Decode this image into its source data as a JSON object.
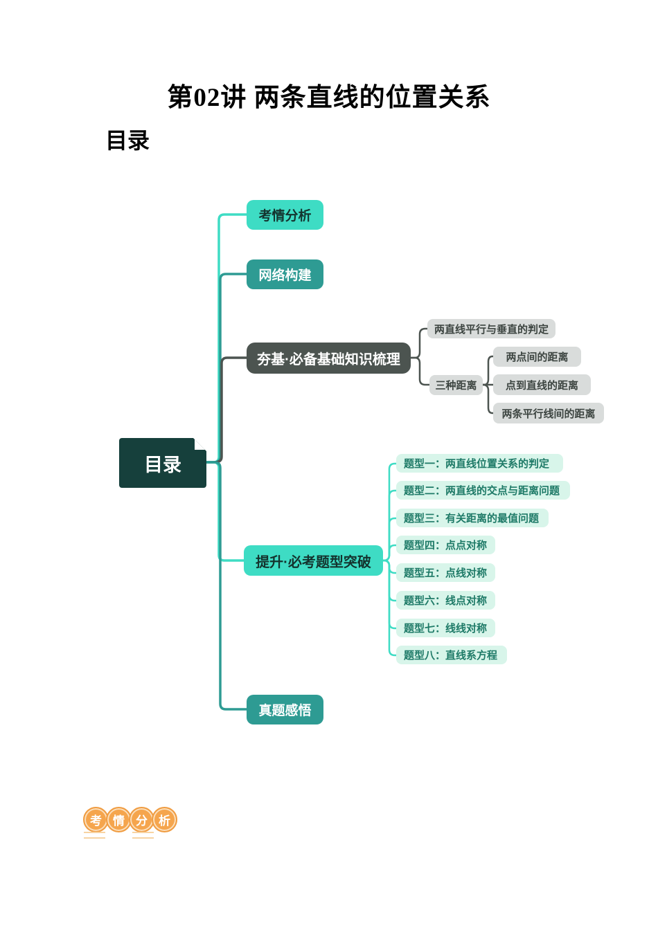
{
  "document": {
    "title": "第02讲 两条直线的位置关系",
    "toc_heading": "目录"
  },
  "mindmap": {
    "root": {
      "label": "目录"
    },
    "branches": [
      {
        "label": "考情分析"
      },
      {
        "label": "网络构建"
      },
      {
        "label": "夯基·必备基础知识梳理",
        "children": [
          {
            "label": "两直线平行与垂直的判定"
          },
          {
            "label": "三种距离",
            "children": [
              {
                "label": "两点间的距离"
              },
              {
                "label": "点到直线的距离"
              },
              {
                "label": "两条平行线间的距离"
              }
            ]
          }
        ]
      },
      {
        "label": "提升·必考题型突破",
        "children": [
          {
            "label": "题型一：两直线位置关系的判定"
          },
          {
            "label": "题型二：两直线的交点与距离问题"
          },
          {
            "label": "题型三：有关距离的最值问题"
          },
          {
            "label": "题型四：点点对称"
          },
          {
            "label": "题型五：点线对称"
          },
          {
            "label": "题型六：线点对称"
          },
          {
            "label": "题型七：线线对称"
          },
          {
            "label": "题型八：直线系方程"
          }
        ]
      },
      {
        "label": "真题感悟"
      }
    ]
  },
  "section_badge": {
    "label": "考情分析",
    "chars": [
      "考",
      "情",
      "分",
      "析"
    ]
  },
  "colors": {
    "turquoise": "#3EDCC4",
    "teal": "#2E9B93",
    "dark_slate": "#4C5450",
    "root_dark_teal": "#16403C",
    "gray_node_bg": "#D9DCDB",
    "gray_node_text": "#3C4440",
    "mint_node_bg": "#D8F5EA",
    "mint_node_text": "#1E7A67",
    "badge_orange": "#F5A54D",
    "badge_underline": "#F7D3A2"
  }
}
